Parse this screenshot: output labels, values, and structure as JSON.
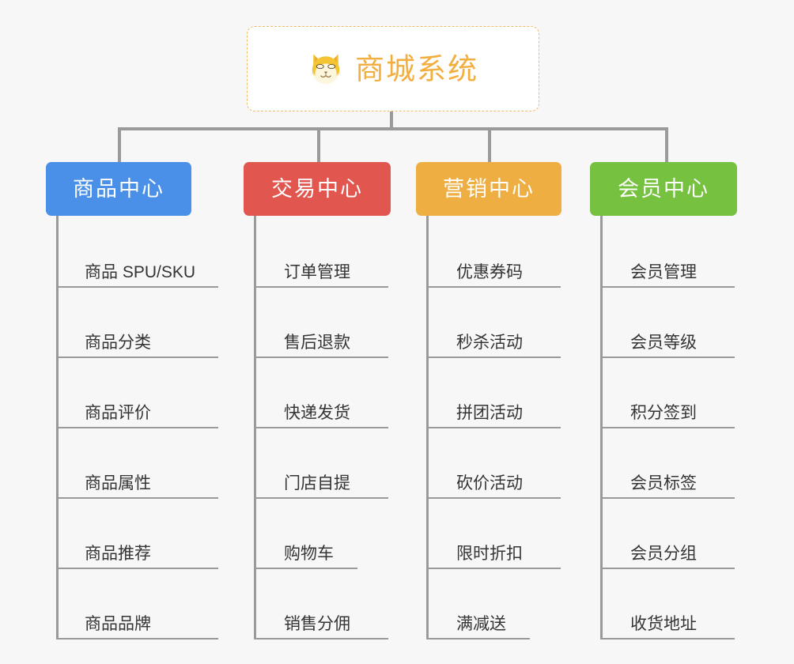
{
  "background_color": "#f7f7f7",
  "root": {
    "icon": "shiba-dog-face-icon",
    "title": "商城系统",
    "title_color": "#f2ae3f",
    "border_color": "#f0bb68",
    "background": "#ffffff"
  },
  "connector_color": "#9a9a9a",
  "columns": [
    {
      "id": "product-center",
      "label": "商品中心",
      "color": "#4a90e8",
      "items": [
        {
          "label": "商品 SPU/SKU",
          "short": false
        },
        {
          "label": "商品分类",
          "short": false
        },
        {
          "label": "商品评价",
          "short": false
        },
        {
          "label": "商品属性",
          "short": false
        },
        {
          "label": "商品推荐",
          "short": false
        },
        {
          "label": "商品品牌",
          "short": false
        }
      ]
    },
    {
      "id": "trade-center",
      "label": "交易中心",
      "color": "#e1574f",
      "items": [
        {
          "label": "订单管理",
          "short": false
        },
        {
          "label": "售后退款",
          "short": false
        },
        {
          "label": "快递发货",
          "short": false
        },
        {
          "label": "门店自提",
          "short": false
        },
        {
          "label": "购物车",
          "short": true
        },
        {
          "label": "销售分佣",
          "short": false
        }
      ]
    },
    {
      "id": "marketing-center",
      "label": "营销中心",
      "color": "#eeae42",
      "items": [
        {
          "label": "优惠券码",
          "short": false
        },
        {
          "label": "秒杀活动",
          "short": false
        },
        {
          "label": "拼团活动",
          "short": false
        },
        {
          "label": "砍价活动",
          "short": false
        },
        {
          "label": "限时折扣",
          "short": false
        },
        {
          "label": "满减送",
          "short": true
        }
      ]
    },
    {
      "id": "member-center",
      "label": "会员中心",
      "color": "#76c13f",
      "items": [
        {
          "label": "会员管理",
          "short": false
        },
        {
          "label": "会员等级",
          "short": false
        },
        {
          "label": "积分签到",
          "short": false
        },
        {
          "label": "会员标签",
          "short": false
        },
        {
          "label": "会员分组",
          "short": false
        },
        {
          "label": "收货地址",
          "short": false
        }
      ]
    }
  ]
}
